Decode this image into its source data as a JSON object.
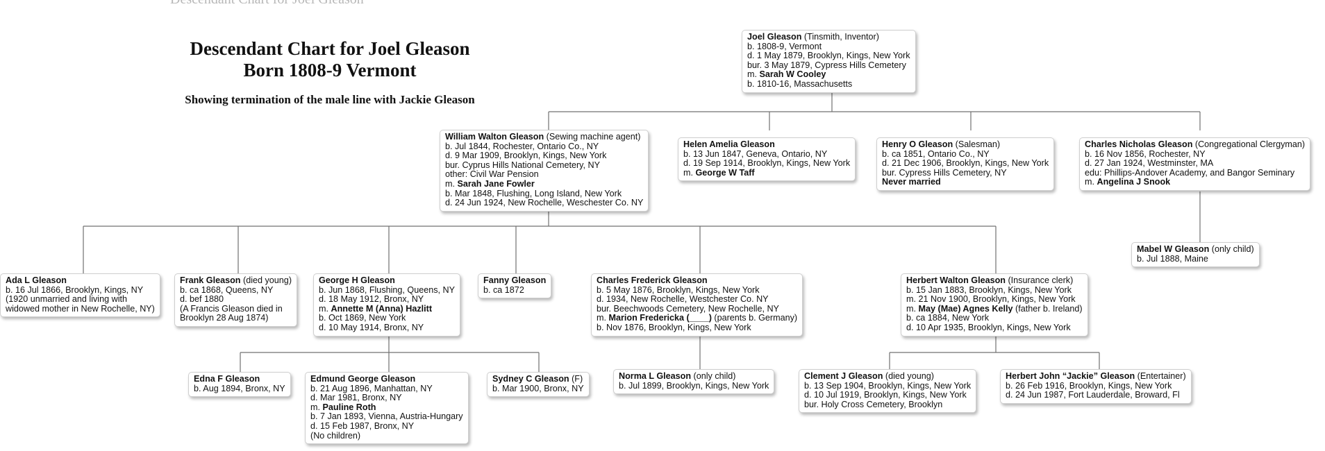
{
  "title_line1": "Descendant Chart for Joel Gleason",
  "title_line2": "Born 1808-9 Vermont",
  "subtitle": "Showing termination of the male line with Jackie Gleason",
  "ghost_text": "Descendant Chart for Joel Gleason",
  "people": [
    {
      "id": "joel",
      "lines": [
        {
          "name": "Joel Gleason",
          "text": " (Tinsmith, Inventor)"
        },
        {
          "text": "b. 1808-9, Vermont"
        },
        {
          "text": "d. 1 May 1879, Brooklyn, Kings, New York"
        },
        {
          "text": "bur. 3 May 1879, Cypress Hills Cemetery"
        },
        {
          "pre": "m. ",
          "name": "Sarah W Cooley"
        },
        {
          "text": "b. 1810-16, Massachusetts"
        }
      ]
    },
    {
      "id": "william",
      "lines": [
        {
          "name": "William Walton Gleason",
          "text": " (Sewing machine agent)"
        },
        {
          "text": "b. Jul 1844, Rochester, Ontario Co., NY"
        },
        {
          "text": "d. 9 Mar 1909, Brooklyn, Kings, New York"
        },
        {
          "text": "bur. Cyprus Hills National Cemetery, NY"
        },
        {
          "text": "other: Civil War Pension"
        },
        {
          "pre": "m. ",
          "name": "Sarah Jane Fowler"
        },
        {
          "text": "b. Mar 1848, Flushing, Long Island, New York"
        },
        {
          "text": "d. 24 Jun 1924, New Rochelle, Weschester Co. NY"
        }
      ]
    },
    {
      "id": "helen",
      "lines": [
        {
          "name": "Helen Amelia Gleason"
        },
        {
          "text": "b. 13 Jun 1847, Geneva, Ontario, NY"
        },
        {
          "text": "d. 19 Sep 1914, Brooklyn, Kings, New York"
        },
        {
          "pre": "m. ",
          "name": "George W Taff"
        }
      ]
    },
    {
      "id": "henry",
      "lines": [
        {
          "name": "Henry O Gleason",
          "text": " (Salesman)"
        },
        {
          "text": "b. ca 1851, Ontario Co., NY"
        },
        {
          "text": "d. 21 Dec 1906, Brooklyn, Kings, New York"
        },
        {
          "text": "bur. Cypress Hills Cemetery, NY"
        },
        {
          "name": "Never married"
        }
      ]
    },
    {
      "id": "charlesn",
      "lines": [
        {
          "name": "Charles Nicholas Gleason",
          "text": " (Congregational Clergyman)"
        },
        {
          "text": "b. 16 Nov 1856, Rochester, NY"
        },
        {
          "text": "d. 27 Jan 1924, Westminster, MA"
        },
        {
          "text": "edu: Phillips-Andover Academy, and Bangor Seminary"
        },
        {
          "pre": "m. ",
          "name": "Angelina J Snook"
        }
      ]
    },
    {
      "id": "mabel",
      "lines": [
        {
          "name": "Mabel W Gleason",
          "text": " (only child)"
        },
        {
          "text": "b. Jul 1888, Maine"
        }
      ]
    },
    {
      "id": "ada",
      "lines": [
        {
          "name": "Ada L Gleason"
        },
        {
          "text": "b. 16 Jul 1866, Brooklyn, Kings, NY"
        },
        {
          "text": "(1920 unmarried and living with"
        },
        {
          "text": "widowed mother in New Rochelle, NY)"
        }
      ]
    },
    {
      "id": "frank",
      "lines": [
        {
          "name": "Frank Gleason",
          "text": " (died young)"
        },
        {
          "text": "b. ca 1868, Queens, NY"
        },
        {
          "text": "d. bef 1880"
        },
        {
          "text": "(A Francis Gleason died in"
        },
        {
          "text": "Brooklyn 28 Aug 1874)"
        }
      ]
    },
    {
      "id": "george",
      "lines": [
        {
          "name": "George H Gleason"
        },
        {
          "text": "b. Jun 1868, Flushing, Queens, NY"
        },
        {
          "text": "d. 18 May 1912, Bronx, NY"
        },
        {
          "pre": "m. ",
          "name": "Annette M (Anna) Hazlitt"
        },
        {
          "text": "b. Oct 1869, New York"
        },
        {
          "text": "d. 10 May 1914, Bronx, NY"
        }
      ]
    },
    {
      "id": "fanny",
      "lines": [
        {
          "name": "Fanny Gleason"
        },
        {
          "text": "b. ca 1872"
        }
      ]
    },
    {
      "id": "charlesf",
      "lines": [
        {
          "name": "Charles Frederick Gleason"
        },
        {
          "text": "b. 5 May 1876, Brooklyn, Kings, New York"
        },
        {
          "text": "d. 1934, New Rochelle, Westchester Co. NY"
        },
        {
          "text": "bur. Beechwoods Cemetery, New Rochelle, NY"
        },
        {
          "pre": "m. ",
          "name": "Marion Fredericka (____)",
          "text": " (parents b. Germany)"
        },
        {
          "text": "b. Nov 1876, Brooklyn, Kings, New York"
        }
      ]
    },
    {
      "id": "herbertw",
      "lines": [
        {
          "name": "Herbert Walton Gleason",
          "text": " (Insurance clerk)"
        },
        {
          "text": "b. 15 Jan 1883, Brooklyn, Kings, New York"
        },
        {
          "text": "m. 21 Nov 1900, Brooklyn, Kings, New York"
        },
        {
          "pre": "m. ",
          "name": "May (Mae) Agnes Kelly",
          "text": " (father b. Ireland)"
        },
        {
          "text": "b. ca 1884, New York"
        },
        {
          "text": "d. 10 Apr 1935, Brooklyn, Kings, New York"
        }
      ]
    },
    {
      "id": "edna",
      "lines": [
        {
          "name": "Edna F Gleason"
        },
        {
          "text": "b. Aug 1894, Bronx, NY"
        }
      ]
    },
    {
      "id": "edmund",
      "lines": [
        {
          "name": "Edmund George Gleason"
        },
        {
          "text": "b. 21 Aug 1896, Manhattan, NY"
        },
        {
          "text": "d. Mar 1981, Bronx, NY"
        },
        {
          "pre": "m. ",
          "name": "Pauline Roth"
        },
        {
          "text": "b. 7 Jan 1893, Vienna, Austria-Hungary"
        },
        {
          "text": "d. 15 Feb 1987, Bronx, NY"
        },
        {
          "text": "(No children)"
        }
      ]
    },
    {
      "id": "sydney",
      "lines": [
        {
          "name": "Sydney C Gleason",
          "text": " (F)"
        },
        {
          "text": "b. Mar 1900, Bronx, NY"
        }
      ]
    },
    {
      "id": "norma",
      "lines": [
        {
          "name": "Norma L Gleason",
          "text": " (only child)"
        },
        {
          "text": "b. Jul 1899, Brooklyn, Kings, New York"
        }
      ]
    },
    {
      "id": "clement",
      "lines": [
        {
          "name": "Clement J Gleason",
          "text": " (died young)"
        },
        {
          "text": "b. 13 Sep 1904, Brooklyn, Kings, New York"
        },
        {
          "text": "d. 10 Jul 1919, Brooklyn, Kings, New York"
        },
        {
          "text": "bur. Holy Cross Cemetery, Brooklyn"
        }
      ]
    },
    {
      "id": "jackie",
      "lines": [
        {
          "name": "Herbert John “Jackie” Gleason",
          "text": " (Entertainer)"
        },
        {
          "text": "b. 26 Feb 1916, Brooklyn, Kings, New York"
        },
        {
          "text": "d. 24 Jun 1987, Fort Lauderdale, Broward, Fl"
        }
      ]
    }
  ]
}
